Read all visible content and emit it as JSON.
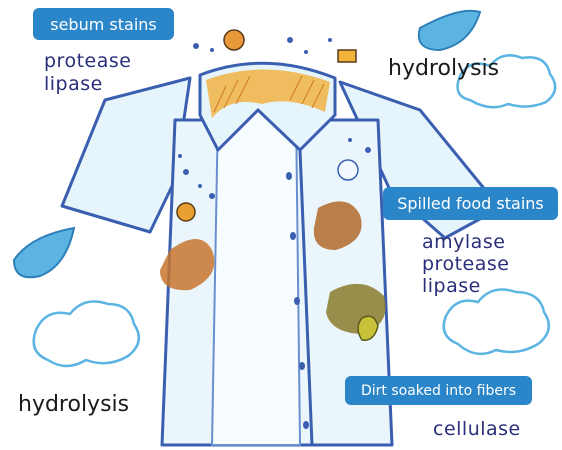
{
  "groups": {
    "sebum": {
      "label": "sebum stains",
      "enzymes": [
        "protease",
        "lipase"
      ]
    },
    "food": {
      "label": "Spilled food stains",
      "enzymes": [
        "amylase",
        "protease",
        "lipase"
      ]
    },
    "dirt": {
      "label": "Dirt soaked into fibers",
      "enzymes": [
        "cellulase"
      ]
    }
  },
  "process": {
    "top_right": "hydrolysis",
    "bottom_left": "hydrolysis"
  },
  "colors": {
    "label_box": "#2b86c9",
    "enzyme_text": "#2a2f7a",
    "shirt_outline": "#3a5fb0",
    "collar_stain": "#f2a92b",
    "food_stain": "#c8762e",
    "dirt_stain": "#8a7a2a"
  }
}
